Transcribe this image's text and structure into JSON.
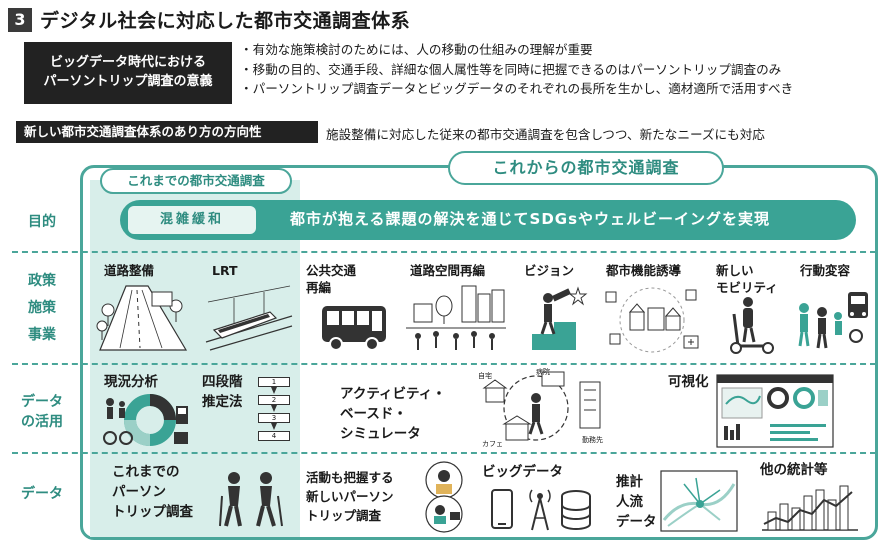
{
  "header": {
    "section_number": "3",
    "title": "デジタル社会に対応した都市交通調査体系"
  },
  "significance": {
    "label_line1": "ビッグデータ時代における",
    "label_line2": "パーソントリップ調査の意義",
    "bullets": [
      "・有効な施策検討のためには、人の移動の仕組みの理解が重要",
      "・移動の目的、交通手段、詳細な個人属性等を同時に把握できるのはパーソントリップ調査のみ",
      "・パーソントリップ調査データとビッグデータのそれぞれの長所を生かし、適材適所で活用すべき"
    ]
  },
  "direction": {
    "label": "新しい都市交通調査体系のあり方の方向性",
    "text": "施設整備に対応した従来の都市交通調査を包含しつつ、新たなニーズにも対応"
  },
  "columns": {
    "past": "これまでの都市交通調査",
    "future": "これからの都市交通調査"
  },
  "rows": {
    "purpose": "目的",
    "policy": [
      "政策",
      "施策",
      "事業"
    ],
    "data_use_line1": "データ",
    "data_use_line2": "の活用",
    "data": "データ"
  },
  "purpose": {
    "past": "混雑緩和",
    "future": "都市が抱える課題の解決を通じてSDGsやウェルビーイングを実現"
  },
  "policy_items": {
    "road": "道路整備",
    "lrt": "LRT",
    "transit_line1": "公共交通",
    "transit_line2": "再編",
    "road_space": "道路空間再編",
    "vision": "ビジョン",
    "urban_function": "都市機能誘導",
    "mobility_line1": "新しい",
    "mobility_line2": "モビリティ",
    "behavior": "行動変容"
  },
  "data_use_items": {
    "current_analysis": "現況分析",
    "four_step_line1": "四段階",
    "four_step_line2": "推定法",
    "four_step_boxes": [
      "1",
      "2",
      "3",
      "4"
    ],
    "abs_line1": "アクティビティ・",
    "abs_line2": "ベースド・",
    "abs_line3": "シミュレータ",
    "abs_tags": [
      "自宅",
      "病院",
      "カフェ",
      "勤務先"
    ],
    "visualization": "可視化"
  },
  "data_items": {
    "past_pt_line1": "これまでの",
    "past_pt_line2": "パーソン",
    "past_pt_line3": "トリップ調査",
    "new_pt_line1": "活動も把握する",
    "new_pt_line2": "新しいパーソン",
    "new_pt_line3": "トリップ調査",
    "big_data": "ビッグデータ",
    "flow_line1": "推計",
    "flow_line2": "人流",
    "flow_line3": "データ",
    "other_stats": "他の統計等"
  },
  "colors": {
    "accent": "#4aa69a",
    "accent_dark": "#2e8c80",
    "past_bg": "#d8eeea",
    "goal_bar": "#3aa395",
    "dark_box": "#222222"
  }
}
